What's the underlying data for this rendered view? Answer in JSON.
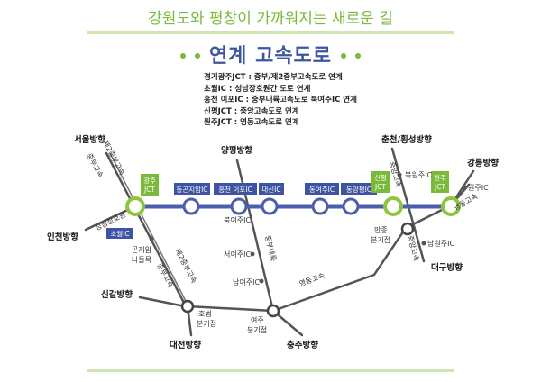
{
  "header": {
    "subtitle": "강원도와 평창이 가까워지는 새로운 길",
    "title": "연계 고속도로"
  },
  "description": [
    "경기광주JCT : 중부/제2중부고속도로 연계",
    "초월IC : 성남장호원간 도로 연계",
    "흥천 이포IC : 중부내륙고속도로 북여주IC 연계",
    "신평JCT : 중앙고속도로 연계",
    "원주JCT : 영동고속도로 연계"
  ],
  "map": {
    "directions": {
      "seoul": "서울방향",
      "incheon": "인천방향",
      "singal": "신갈방향",
      "daejeon": "대전방향",
      "yangpyeong": "양평방향",
      "chungju": "충주방향",
      "chuncheon": "춘천/횡성방향",
      "gangneung": "강릉방향",
      "daegu": "대구방향"
    },
    "jct_labels": {
      "gwangju": [
        "광주",
        "JCT"
      ],
      "sinpyeong": [
        "신평",
        "JCT"
      ],
      "wonju": [
        "원주",
        "JCT"
      ]
    },
    "ic_labels": {
      "donggonjiam": "동곤지암IC",
      "heungcheon_ipo": "흥천 이포IC",
      "daesin": "대신IC",
      "dongyeoju": "동여주IC",
      "dongyangpyeong": "동양평IC",
      "chowol": "초월IC"
    },
    "small_labels": {
      "bukyeoju_ic": "북여주IC",
      "seoyeoju_ic": "서여주IC",
      "namyeoju_ic": "남여주IC",
      "bukwonju_ic": "북원주IC",
      "wonju_ic": "원주IC",
      "namwonju_ic": "남원주IC",
      "gonjiam_line1": "곤지암",
      "gonjiam_line2": "나들목",
      "hobeop_line1": "호법",
      "hobeop_line2": "분기점",
      "yeoju_line1": "여주",
      "yeoju_line2": "분기점",
      "manjong_line1": "만종",
      "manjong_line2": "분기점"
    },
    "road_labels": {
      "jungbu_upper": "중부고속",
      "second_jungbu_upper": "제2중부고속",
      "seongnam_janghowon": "성남장호원",
      "second_jungbu_lower": "제2중부고속",
      "jungbu_lower": "중부고속",
      "jungbu_naeryuk": "중부내륙",
      "yeongdong_lower": "영동고속",
      "yeongdong_right": "영동고속",
      "jungang_upper": "중앙고속",
      "jungang_lower": "중앙고속"
    },
    "colors": {
      "new_expressway": "#4b5fae",
      "ic_box": "#3e53a2",
      "jct_box": "#7ab93a",
      "jct_ring": "#8cc63f",
      "existing_road": "#555555",
      "accent_green": "#7ab93a"
    }
  }
}
